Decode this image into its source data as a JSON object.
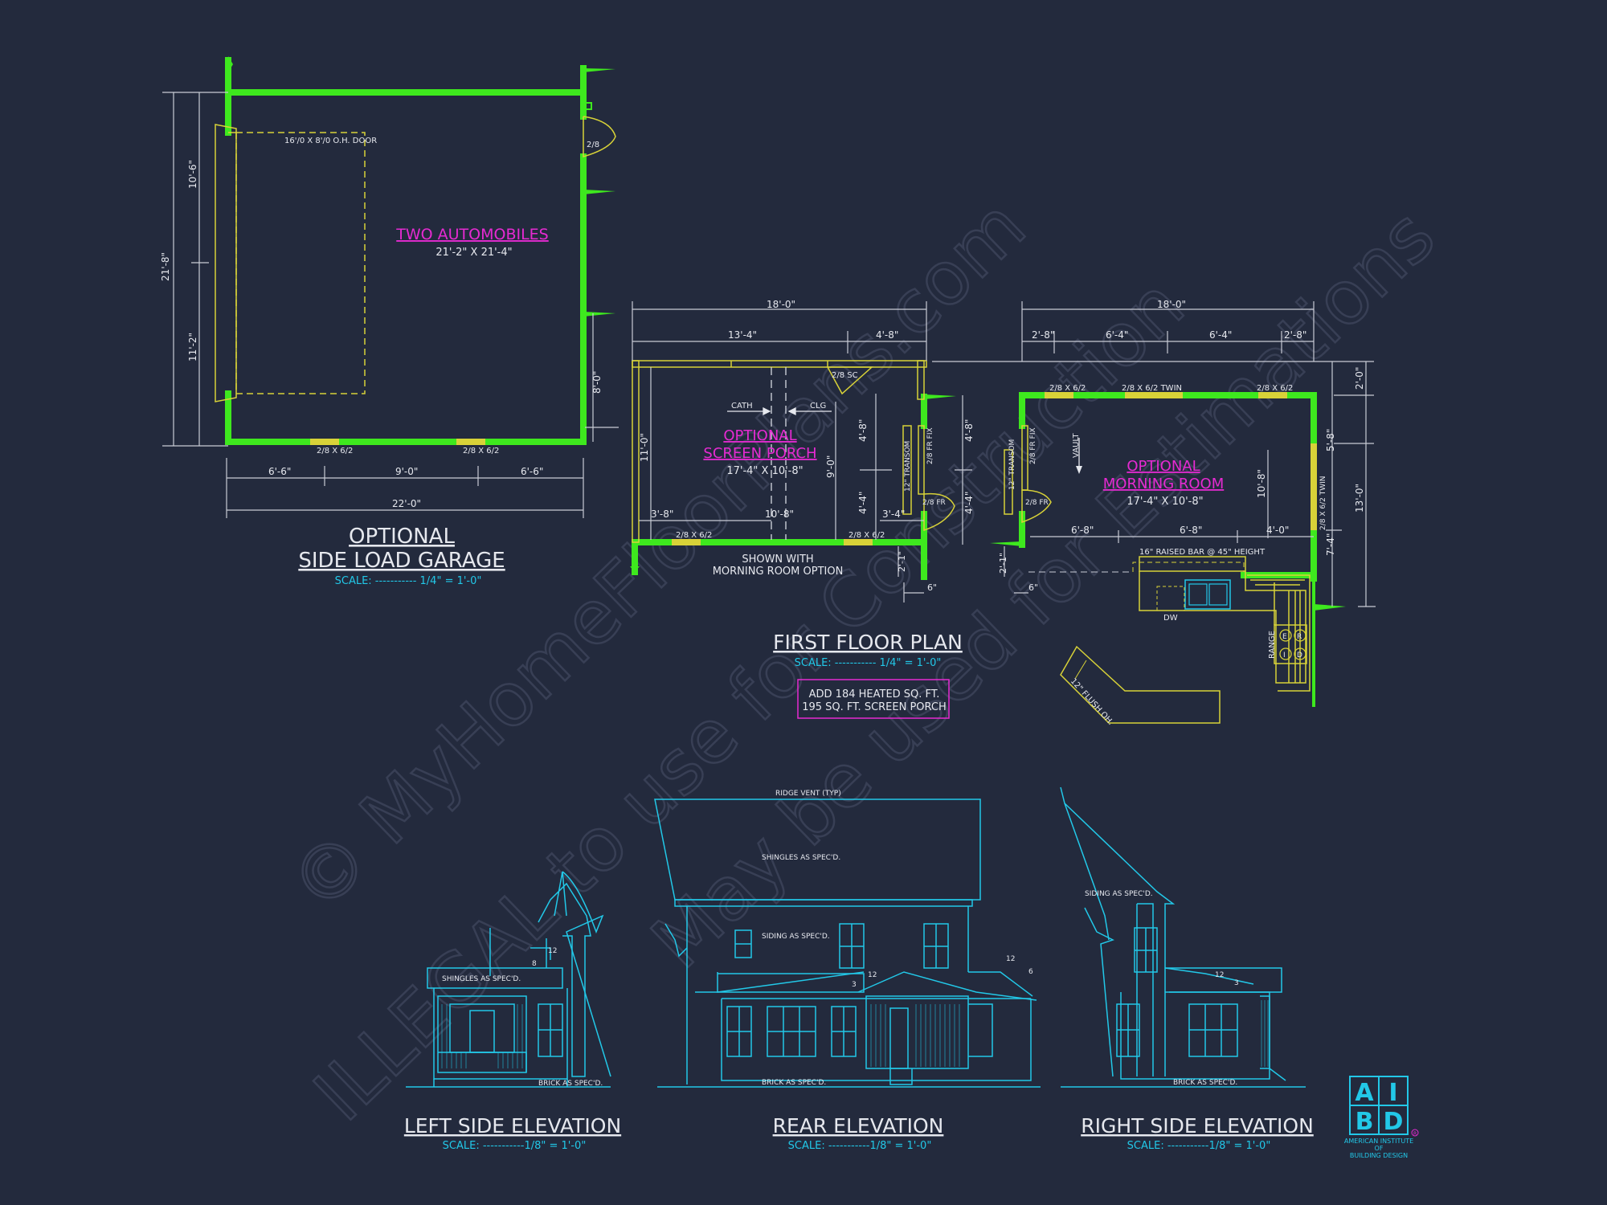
{
  "colors": {
    "background": "#232a3d",
    "wall": "#3ee81e",
    "dim": "#c9ccd6",
    "title": "#e6e8ee",
    "scale": "#22c8e8",
    "room": "#e62ad2",
    "fixture": "#d8d238",
    "elevation": "#22c8e8",
    "watermark": "#3a4157"
  },
  "garage": {
    "room_name": "TWO AUTOMOBILES",
    "room_size": "21'-2\" X 21'-4\"",
    "door_note": "16'/0 X 8'/0 O.H. DOOR",
    "entry_door": "2/8",
    "window_1": "2/8 X 6/2",
    "window_2": "2/8 X 6/2",
    "dim_total_height": "21'-8\"",
    "dim_upper": "10'-6\"",
    "dim_lower": "11'-2\"",
    "dim_right": "8'-0\"",
    "dim_b1": "6'-6\"",
    "dim_b2": "9'-0\"",
    "dim_b3": "6'-6\"",
    "dim_total_width": "22'-0\"",
    "title_1": "OPTIONAL",
    "title_2": "SIDE LOAD GARAGE",
    "scale": "SCALE: ----------- 1/4\" = 1'-0\""
  },
  "porch": {
    "dim_total": "18'-0\"",
    "dim_a": "13'-4\"",
    "dim_b": "4'-8\"",
    "closet": "2/8 SC",
    "cath": "CATH",
    "clg": "CLG",
    "room_1": "OPTIONAL",
    "room_2": "SCREEN PORCH",
    "room_size": "17'-4\" X 10'-8\"",
    "dim_left": "11'-0\"",
    "dim_mid": "9'-0\"",
    "dim_r1": "4'-8\"",
    "dim_r2": "4'-4\"",
    "dim_r3": "3'-4\"",
    "dim_b_left": "3'-8\"",
    "dim_b_mid": "10'-8\"",
    "transom": "12\" TRANSOM",
    "fix": "2/8 FR FIX",
    "fr": "2/8 FR",
    "window_1": "2/8 X 6/2",
    "window_2": "2/8 X 6/2",
    "dim_step": "2'-1\"",
    "dim_6": "6\"",
    "note_1": "SHOWN WITH",
    "note_2": "MORNING ROOM OPTION"
  },
  "morning": {
    "dim_total": "18'-0\"",
    "dim_a": "2'-8\"",
    "dim_b": "6'-4\"",
    "dim_c": "6'-4\"",
    "dim_d": "2'-8\"",
    "win_1": "2/8 X 6/2",
    "win_twin": "2/8 X 6/2 TWIN",
    "win_2": "2/8 X 6/2",
    "dim_top_r": "2'-0\"",
    "dim_r1": "5'-8\"",
    "dim_r2": "13'-0\"",
    "dim_r3": "7'-4\"",
    "twin_side": "2/8 X 6/2 TWIN",
    "vault": "VAULT",
    "room_1": "OPTIONAL",
    "room_2": "MORNING ROOM",
    "room_size": "17'-4\" X 10'-8\"",
    "dim_inner": "10'-8\"",
    "dim_l": "4'-8\"",
    "dim_l2": "4'-4\"",
    "transom": "12\" TRANSOM",
    "fix": "2/8 FR FIX",
    "fr": "2/8 FR",
    "dim_b1": "6'-8\"",
    "dim_b2": "6'-8\"",
    "dim_b3": "4'-0\"",
    "bar_note": "16\" RAISED BAR @ 45\" HEIGHT",
    "dw": "DW",
    "range": "RANGE",
    "flush": "12\" FLUSH OH.",
    "dim_step": "2'-1\"",
    "dim_6": "6\"",
    "burners": [
      "E",
      "R",
      "I",
      "D"
    ]
  },
  "first_floor": {
    "title": "FIRST FLOOR PLAN",
    "scale": "SCALE: ----------- 1/4\" = 1'-0\"",
    "add_1": "ADD 184 HEATED SQ. FT.",
    "add_2": "195 SQ. FT. SCREEN PORCH"
  },
  "elevations": {
    "left_title": "LEFT SIDE ELEVATION",
    "left_scale": "SCALE: -----------1/8\" = 1'-0\"",
    "left_shingles": "SHINGLES AS SPEC'D.",
    "left_brick": "BRICK AS SPEC'D.",
    "left_pitch_a": "12",
    "left_pitch_b": "8",
    "rear_title": "REAR ELEVATION",
    "rear_scale": "SCALE: -----------1/8\" = 1'-0\"",
    "ridge_vent": "RIDGE VENT (TYP)",
    "rear_shingles": "SHINGLES AS SPEC'D.",
    "rear_siding": "SIDING AS SPEC'D.",
    "rear_brick": "BRICK AS SPEC'D.",
    "rear_p12a": "12",
    "rear_p3": "3",
    "rear_p12b": "12",
    "rear_p6": "6",
    "right_title": "RIGHT SIDE ELEVATION",
    "right_scale": "SCALE: -----------1/8\" = 1'-0\"",
    "right_siding": "SIDING AS SPEC'D.",
    "right_brick": "BRICK AS SPEC'D.",
    "right_p12": "12",
    "right_p3": "3"
  },
  "logo": {
    "letter_a": "A",
    "letter_i": "I",
    "letter_b": "B",
    "letter_d": "D",
    "line_1": "AMERICAN INSTITUTE",
    "line_2": "OF",
    "line_3": "BUILDING DESIGN",
    "reg": "R"
  },
  "watermark": {
    "line_1": "© MyHomeFloorPlans.com",
    "line_2": "ILLEGAL to use for Construction",
    "line_3": "May be used for Estimations"
  }
}
